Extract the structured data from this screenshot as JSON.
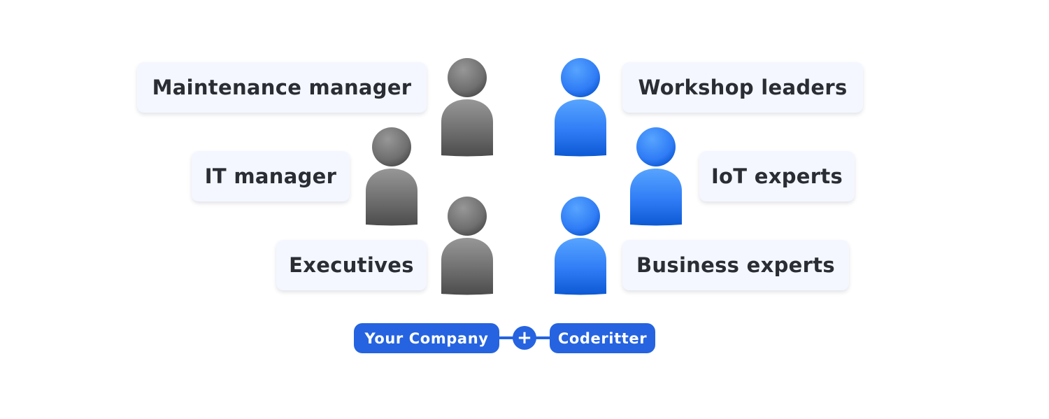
{
  "left_team": {
    "roles": [
      "Maintenance manager",
      "IT manager",
      "Executives"
    ],
    "color": "#6f6f6f"
  },
  "right_team": {
    "roles": [
      "Workshop leaders",
      "IoT experts",
      "Business experts"
    ],
    "color": "#2f7cf6"
  },
  "partnership": {
    "left_label": "Your Company",
    "connector_symbol": "+",
    "right_label": "Coderitter",
    "color": "#2563e0"
  },
  "icons": {
    "person": "person-icon",
    "plus": "plus-icon"
  }
}
